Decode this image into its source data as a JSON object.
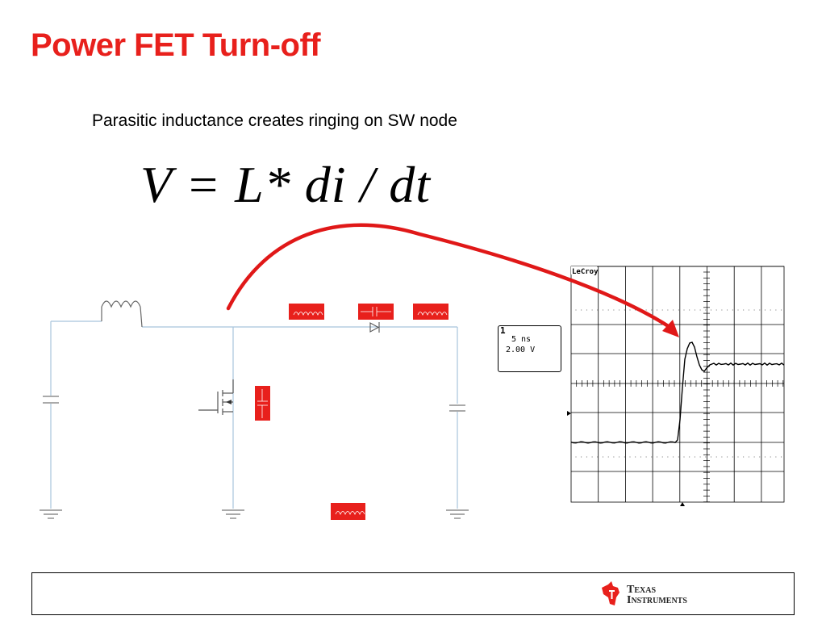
{
  "slide": {
    "title": "Power FET Turn-off",
    "subtitle": "Parasitic inductance creates ringing on SW node",
    "equation": "V = L* di / dt"
  },
  "scope": {
    "brand": "LeCroy",
    "channel_marker": "1",
    "timebase": "5 ns",
    "voltage_scale": "2.00 V"
  },
  "footer": {
    "logo_line1": "Texas",
    "logo_line2": "Instruments"
  },
  "colors": {
    "title": "#e8201c",
    "parasitic_block": "#e8201c",
    "arrow": "#e01818",
    "wire": "#a8c4dc"
  }
}
